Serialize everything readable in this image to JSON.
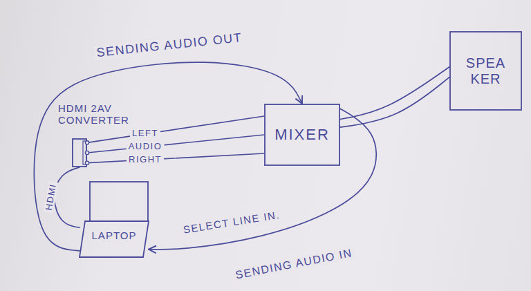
{
  "diagram": {
    "nodes": [
      {
        "text": [
          "HDMI 2AV CONVERTER"
        ]
      },
      {
        "text": [
          "MIXER"
        ]
      },
      {
        "text": [
          "SPEA KER"
        ]
      },
      {
        "text": [
          "LAPTOP"
        ]
      }
    ],
    "edges": [
      {
        "from": 3,
        "to": 1,
        "arrow": "to",
        "label": "SENDING AUDIO OUT"
      },
      {
        "from": 3,
        "to": 0,
        "arrow": "none",
        "label": "HDMI"
      },
      {
        "from": 0,
        "to": 1,
        "arrow": "none",
        "label": "LEFT"
      },
      {
        "from": 0,
        "to": 1,
        "arrow": "none",
        "label": "AUDIO"
      },
      {
        "from": 0,
        "to": 1,
        "arrow": "none",
        "label": "RIGHT"
      },
      {
        "from": 1,
        "to": 2,
        "arrow": "none"
      },
      {
        "from": 1,
        "to": 2,
        "arrow": "none"
      },
      {
        "from": 1,
        "to": 3,
        "arrow": "to",
        "label": "SENDING AUDIO IN"
      }
    ],
    "labels": [
      "SELECT LINE IN."
    ]
  }
}
